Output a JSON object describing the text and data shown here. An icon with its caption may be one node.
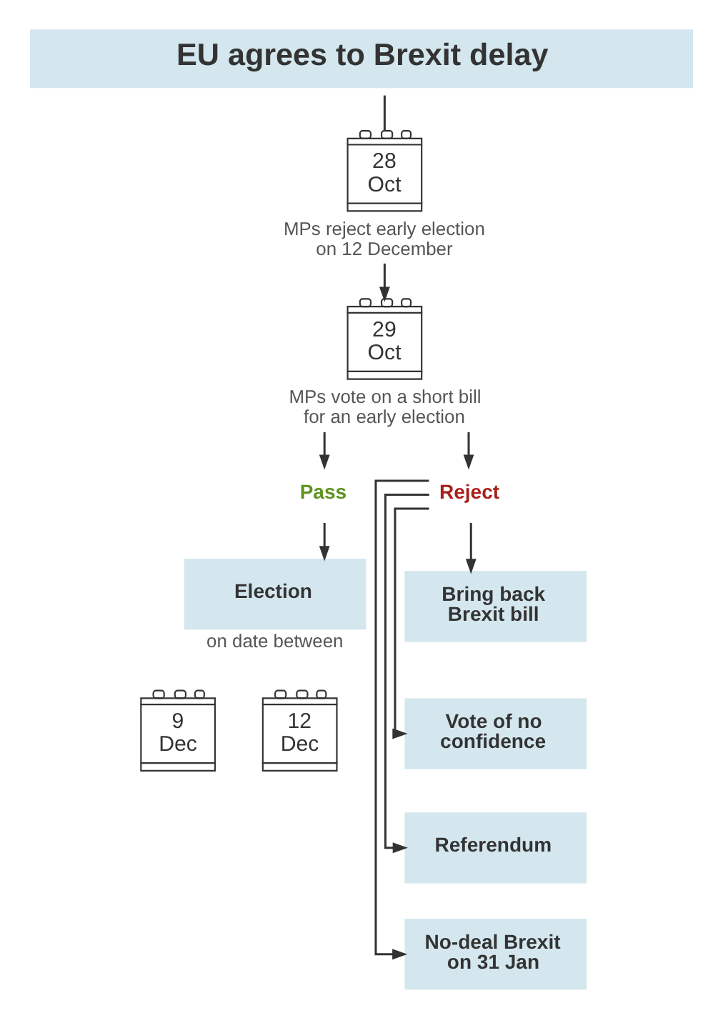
{
  "diagram": {
    "title": "EU agrees to Brexit delay",
    "nodes": [
      {
        "text": [
          "28",
          "Oct"
        ],
        "beside": [
          "MPs reject early election on 12 December"
        ]
      },
      {
        "text": [
          "29",
          "Oct"
        ],
        "beside": [
          "MPs vote on a short bill for an early election"
        ]
      },
      {
        "text": [
          "Pass"
        ]
      },
      {
        "text": [
          "Reject"
        ]
      },
      {
        "text": [
          "Election"
        ],
        "beside": [
          "on date between"
        ]
      },
      {
        "text": [
          "9",
          "Dec"
        ]
      },
      {
        "text": [
          "12",
          "Dec"
        ]
      },
      {
        "text": [
          "Bring back Brexit bill"
        ]
      },
      {
        "text": [
          "Vote of no confidence"
        ]
      },
      {
        "text": [
          "Referendum"
        ]
      },
      {
        "text": [
          "No-deal Brexit on 31 Jan"
        ]
      }
    ],
    "edges": [
      {
        "from": null,
        "to": 0,
        "arrow": "none"
      },
      {
        "from": 0,
        "to": 1,
        "arrow": "to"
      },
      {
        "from": 1,
        "to": 2,
        "arrow": "to"
      },
      {
        "from": 1,
        "to": 3,
        "arrow": "to"
      },
      {
        "from": 2,
        "to": 4,
        "arrow": "to"
      },
      {
        "from": 3,
        "to": 7,
        "arrow": "to"
      },
      {
        "from": 3,
        "to": 8,
        "arrow": "to"
      },
      {
        "from": 3,
        "to": 9,
        "arrow": "to"
      },
      {
        "from": 3,
        "to": 10,
        "arrow": "to"
      }
    ]
  }
}
